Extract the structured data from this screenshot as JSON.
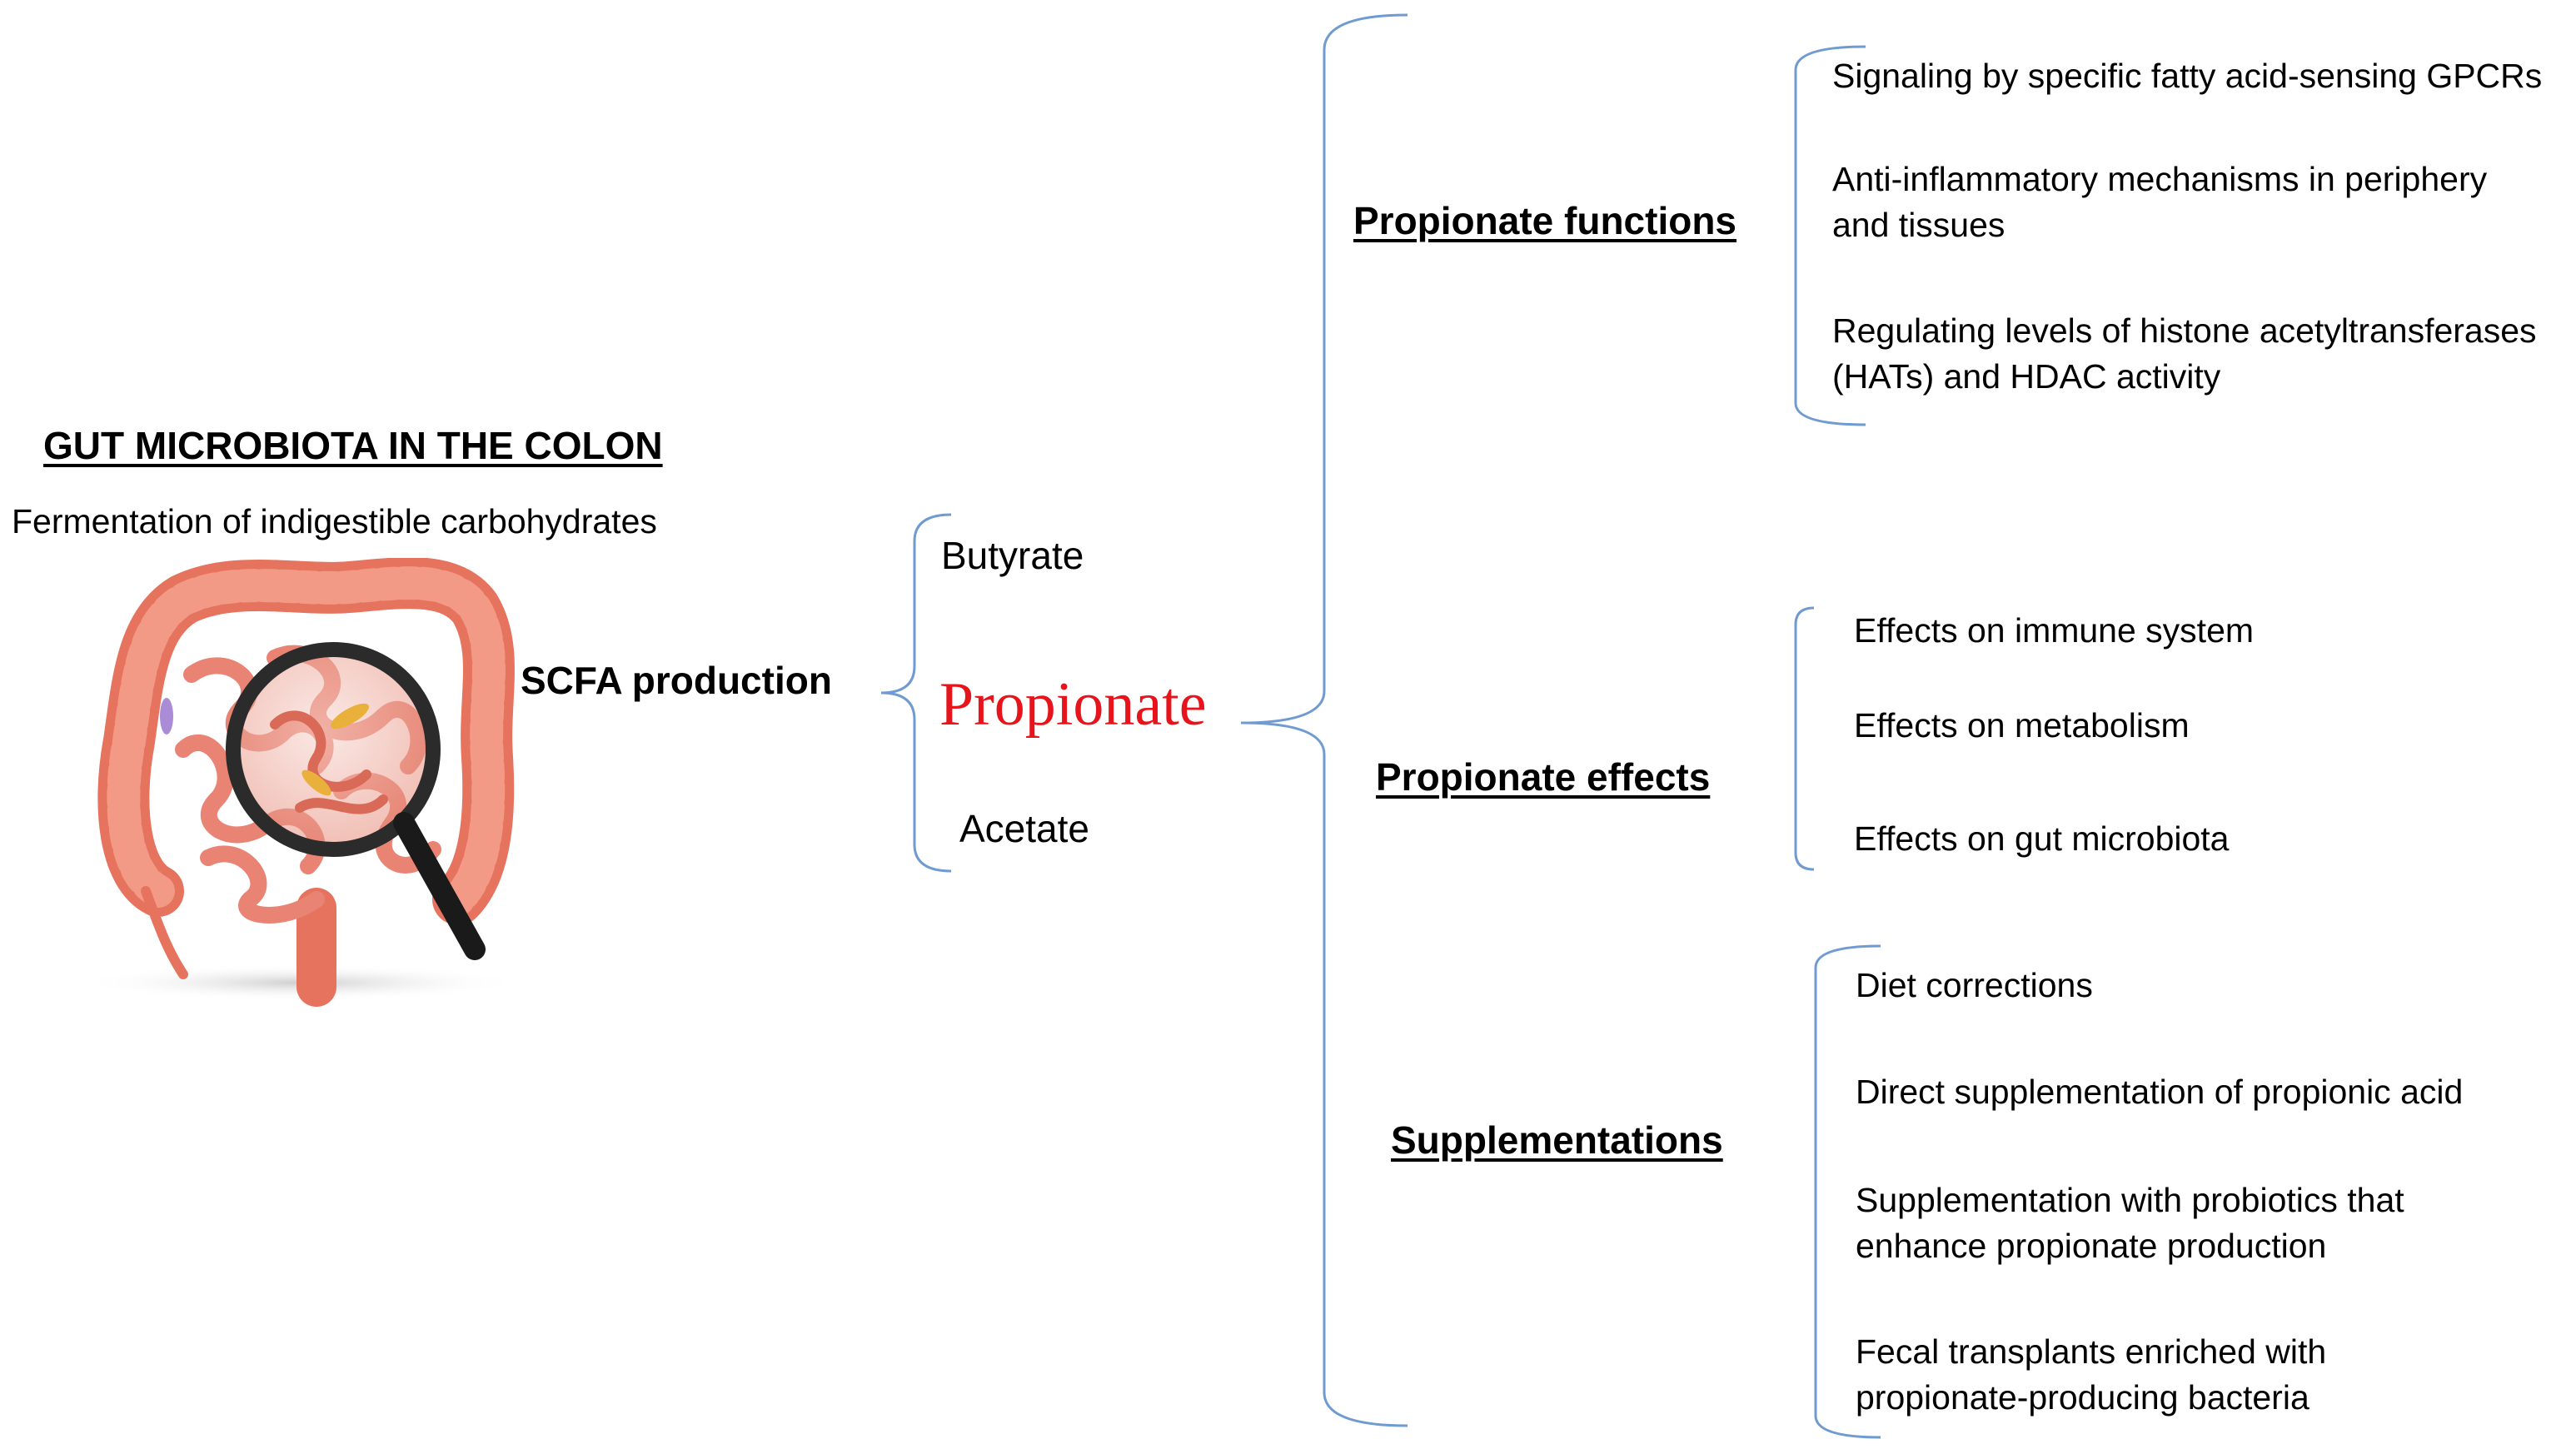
{
  "left_panel": {
    "title": "GUT MICROBIOTA IN THE COLON",
    "subtitle": "Fermentation of indigestible carbohydrates",
    "scfa_label": "SCFA production",
    "illustration": "colon-with-magnifying-glass-icon"
  },
  "scfa": {
    "items": [
      "Butyrate",
      "Propionate",
      "Acetate"
    ],
    "highlight_color": "#e8141b"
  },
  "branches": {
    "functions": {
      "heading": "Propionate functions",
      "items": [
        "Signaling by specific fatty acid-sensing GPCRs",
        "Anti-inflammatory mechanisms in periphery",
        "and tissues",
        "Regulating levels of histone acetyltransferases",
        "(HATs) and HDAC activity"
      ]
    },
    "effects": {
      "heading": "Propionate effects",
      "items": [
        "Effects on immune system",
        "Effects on metabolism",
        "Effects on gut microbiota"
      ]
    },
    "supplementations": {
      "heading": "Supplementations",
      "items": [
        "Diet corrections",
        "Direct supplementation of propionic acid",
        "Supplementation with probiotics that",
        "enhance propionate production",
        "Fecal transplants enriched with",
        "propionate-producing bacteria"
      ]
    }
  },
  "colors": {
    "bracket": "#6f9bd1",
    "text": "#000000",
    "colon": "#e6735e"
  }
}
